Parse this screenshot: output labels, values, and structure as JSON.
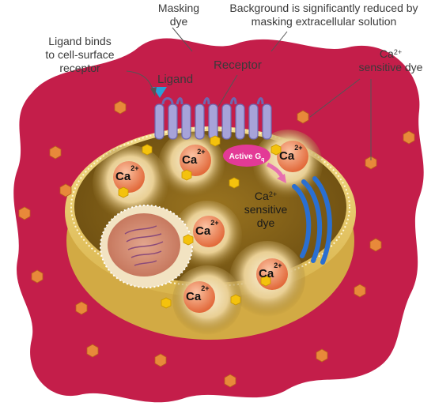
{
  "labels": {
    "masking_dye": "Masking\ndye",
    "background": "Background is significantly reduced by\nmasking extracellular solution",
    "ligand_binds": "Ligand binds\nto cell-surface\nreceptor",
    "receptor": "Receptor",
    "ligand": "Ligand",
    "ca_sensitive_outer_ion": "Ca",
    "ca_sensitive_outer_charge": "2+",
    "ca_sensitive_outer_text": "sensitive dye",
    "ca_sensitive_inner_ion": "Ca",
    "ca_sensitive_inner_charge": "2+",
    "ca_sensitive_inner_text": "sensitive\ndye",
    "active_gq_main": "Active G",
    "active_gq_sub": "q"
  },
  "calcium_ion": {
    "symbol": "Ca",
    "charge": "2+",
    "count": 6
  },
  "colors": {
    "extracellular": "#c41e4a",
    "cell_rim": "#e8c96a",
    "cytoplasm": "#7a5a14",
    "vesicle": "#f7e7c0",
    "ion_sphere": "#f08a5d",
    "dye_hexagon": "#f4c20d",
    "masking_dye_hexagon": "#e8893a",
    "receptor": "#a7a3d9",
    "ligand": "#2aa0d8",
    "gq": "#e33a96",
    "er": "#2a6fd1"
  }
}
